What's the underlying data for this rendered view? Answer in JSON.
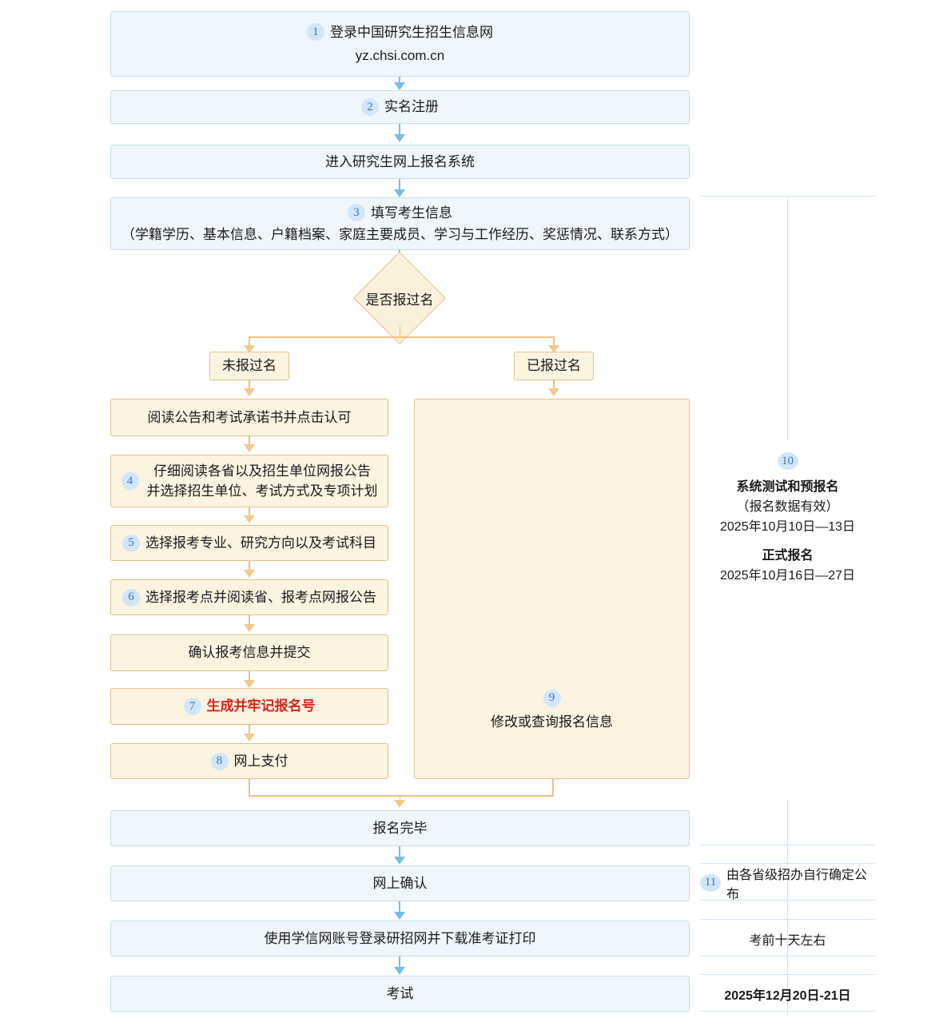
{
  "flow": {
    "steps": [
      {
        "id": "login",
        "num": "1",
        "line1": "登录中国研究生招生信息网",
        "line2": "yz.chsi.com.cn"
      },
      {
        "id": "register",
        "num": "2",
        "label": "实名注册"
      },
      {
        "id": "enter-system",
        "num": "",
        "label": "进入研究生网上报名系统"
      },
      {
        "id": "fill-info",
        "num": "3",
        "line1": "填写考生信息",
        "line2": "（学籍学历、基本信息、户籍档案、家庭主要成员、学习与工作经历、奖惩情况、联系方式）"
      }
    ],
    "decision": {
      "label": "是否报过名"
    },
    "branches": {
      "left": {
        "label": "未报过名"
      },
      "right": {
        "label": "已报过名"
      }
    },
    "left_path": [
      {
        "id": "read-notice",
        "num": "",
        "label": "阅读公告和考试承诺书并点击认可"
      },
      {
        "id": "read-province",
        "num": "4",
        "line1": "仔细阅读各省以及招生单位网报公告",
        "line2": "并选择招生单位、考试方式及专项计划"
      },
      {
        "id": "select-major",
        "num": "5",
        "label": "选择报考专业、研究方向以及考试科目"
      },
      {
        "id": "select-site",
        "num": "6",
        "label": "选择报考点并阅读省、报考点网报公告"
      },
      {
        "id": "confirm-submit",
        "num": "",
        "label": "确认报考信息并提交"
      },
      {
        "id": "generate-no",
        "num": "7",
        "label": "生成并牢记报名号",
        "highlight": true
      },
      {
        "id": "online-pay",
        "num": "8",
        "label": "网上支付"
      }
    ],
    "right_path": {
      "id": "modify-query",
      "num": "9",
      "label": "修改或查询报名信息"
    },
    "tail": [
      {
        "id": "signup-done",
        "label": "报名完毕"
      },
      {
        "id": "online-confirm",
        "label": "网上确认"
      },
      {
        "id": "download-ticket",
        "label": "使用学信网账号登录研招网并下载准考证打印"
      },
      {
        "id": "exam",
        "label": "考试"
      }
    ]
  },
  "timeline": {
    "schedule": {
      "num": "10",
      "title1": "系统测试和预报名",
      "sub1": "（报名数据有效）",
      "date1": "2025年10月10日—13日",
      "title2": "正式报名",
      "date2": "2025年10月16日—27日"
    },
    "rows": [
      {
        "id": "confirm-date",
        "num": "11",
        "label": "由各省级招办自行确定公布"
      },
      {
        "id": "ticket-date",
        "num": "",
        "label": "考前十天左右"
      },
      {
        "id": "exam-date",
        "num": "",
        "label": "2025年12月20日-21日"
      }
    ]
  },
  "colors": {
    "blue_fill": "#eff7fc",
    "blue_border": "#bfe0ee",
    "orange_fill": "#fdf3e1",
    "orange_border": "#e5c188",
    "badge_fill": "#d2e6f9",
    "badge_text": "#3a74b8",
    "highlight_text": "#d8241d",
    "arrow_blue": "#79bce8",
    "arrow_orange": "#f5c98a"
  }
}
